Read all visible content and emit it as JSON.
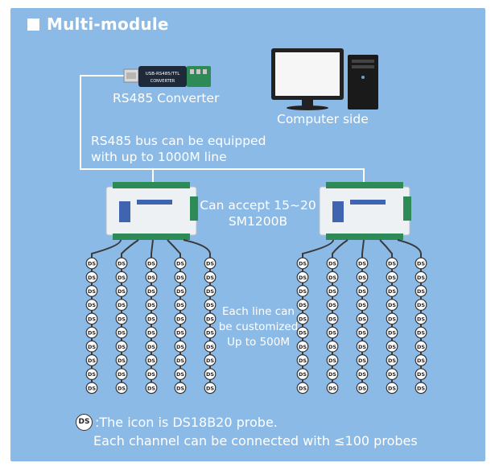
{
  "title": "Multi-module",
  "converter_label": "RS485 Converter",
  "converter_device_text": "USB-RS485/TTL CONVERTER",
  "computer_label": "Computer side",
  "bus_label_line1": "RS485 bus can be equipped",
  "bus_label_line2": "with up to 1000M line",
  "module_label_line1": "Can accept 15~20",
  "module_label_line2": "SM1200B",
  "line_label_line1": "Each line can",
  "line_label_line2": "be customized",
  "line_label_line3": "Up to 500M",
  "probe_text": "DS",
  "legend_line1": ":The icon is DS18B20 probe.",
  "legend_line2": "Each channel can be connected with ≤100 probes",
  "colors": {
    "background": "#8cbae6",
    "text": "#ffffff",
    "wire": "#ffffff",
    "cable": "#3a3a3a",
    "terminal": "#2e8b57",
    "module_body": "#eef1f4"
  },
  "icons": [
    "usb-converter-icon",
    "computer-monitor-icon",
    "computer-tower-icon",
    "module-device-icon",
    "ds18b20-probe-icon"
  ]
}
